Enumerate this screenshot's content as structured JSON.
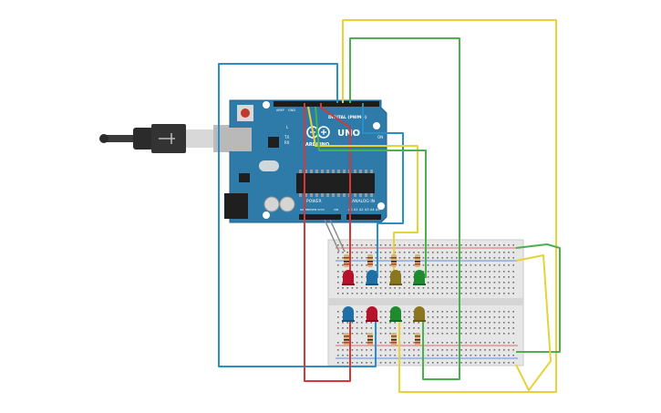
{
  "board": {
    "model": "UNO",
    "brand": "ARDUINO",
    "digital_label": "DIGITAL (PWM~)",
    "power_label": "POWER",
    "analog_label": "ANALOG IN",
    "tx_label": "TX",
    "rx_label": "RX",
    "l_label": "L",
    "on_label": "ON",
    "aref_label": "AREF",
    "gnd_label": "GND",
    "ioref_label": "IOREF",
    "reset_label": "RESET",
    "v33_label": "3.3V",
    "v5_label": "5V",
    "vin_label": "VIN",
    "analog_pins": [
      "A0",
      "A1",
      "A2",
      "A3",
      "A4",
      "A5"
    ]
  },
  "colors": {
    "board": "#2e7aa8",
    "wire_blue": "#2a8fc9",
    "wire_red": "#d23a3a",
    "wire_yellow": "#e8d23a",
    "wire_green": "#4caf50",
    "led_red": "#b5122b",
    "led_blue": "#1e6fa6",
    "led_yellow": "#8a7620",
    "led_green": "#1f8a2e"
  },
  "leds": {
    "top_row": [
      "red",
      "blue",
      "yellow",
      "green"
    ],
    "bottom_row": [
      "blue",
      "red",
      "green",
      "yellow"
    ]
  }
}
